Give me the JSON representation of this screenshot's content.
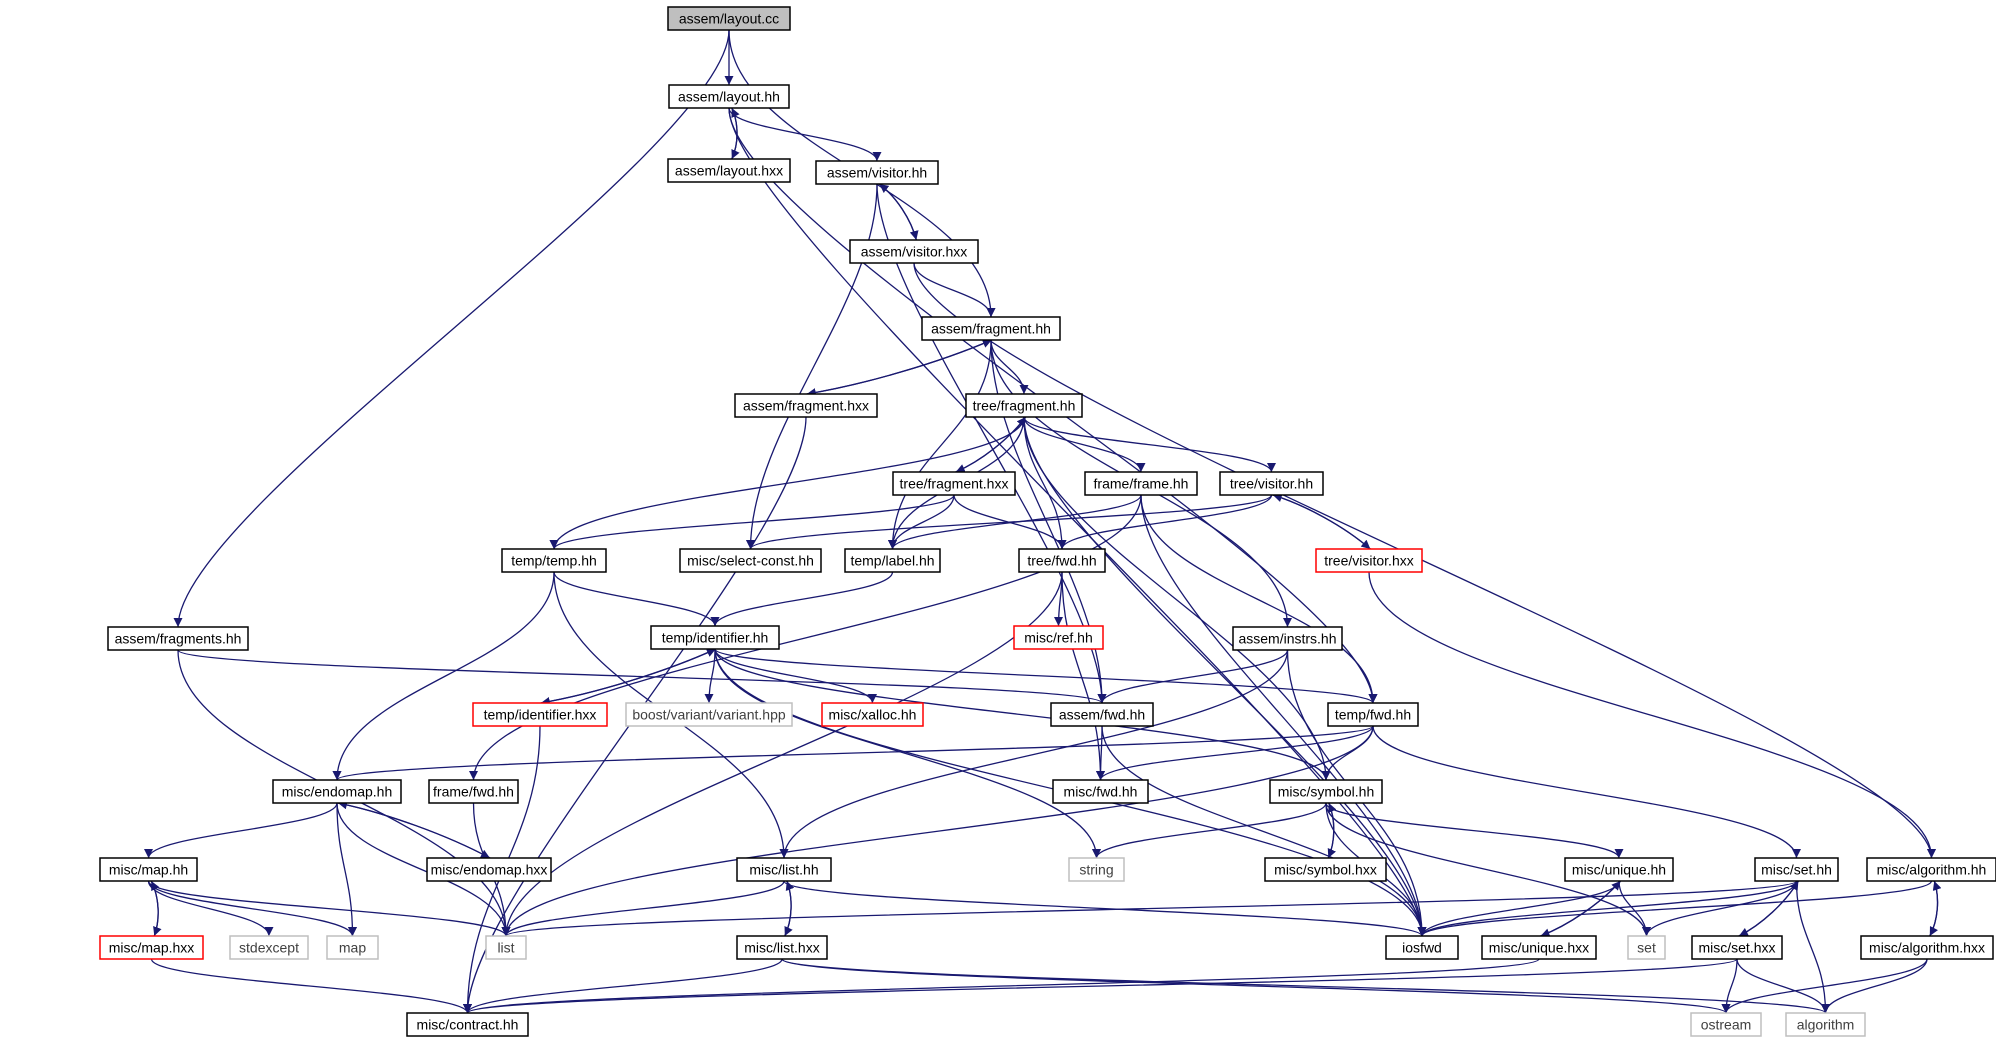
{
  "colors": {
    "edge": "#191970",
    "node_border": "#000000",
    "root_fill": "#bfbfbf",
    "truncated_border": "#ff0000",
    "external_border": "#bfbfbf",
    "external_text": "#404040"
  },
  "nodes": [
    {
      "id": "layout_cc",
      "label": "assem/layout.cc",
      "kind": "root"
    },
    {
      "id": "layout_hh",
      "label": "assem/layout.hh",
      "kind": "normal"
    },
    {
      "id": "layout_hxx",
      "label": "assem/layout.hxx",
      "kind": "normal"
    },
    {
      "id": "visitor_hh",
      "label": "assem/visitor.hh",
      "kind": "normal"
    },
    {
      "id": "visitor_hxx",
      "label": "assem/visitor.hxx",
      "kind": "normal"
    },
    {
      "id": "fragment_hh",
      "label": "assem/fragment.hh",
      "kind": "normal"
    },
    {
      "id": "fragment_hxx",
      "label": "assem/fragment.hxx",
      "kind": "normal"
    },
    {
      "id": "tree_fragment_hh",
      "label": "tree/fragment.hh",
      "kind": "normal"
    },
    {
      "id": "tree_fragment_hxx",
      "label": "tree/fragment.hxx",
      "kind": "normal"
    },
    {
      "id": "frame_hh",
      "label": "frame/frame.hh",
      "kind": "normal"
    },
    {
      "id": "tree_visitor_hh",
      "label": "tree/visitor.hh",
      "kind": "normal"
    },
    {
      "id": "tree_visitor_hxx",
      "label": "tree/visitor.hxx",
      "kind": "truncated"
    },
    {
      "id": "temp_hh",
      "label": "temp/temp.hh",
      "kind": "normal"
    },
    {
      "id": "select_const",
      "label": "misc/select-const.hh",
      "kind": "normal"
    },
    {
      "id": "label_hh",
      "label": "temp/label.hh",
      "kind": "normal"
    },
    {
      "id": "tree_fwd",
      "label": "tree/fwd.hh",
      "kind": "normal"
    },
    {
      "id": "ref_hh",
      "label": "misc/ref.hh",
      "kind": "truncated"
    },
    {
      "id": "fragments_hh",
      "label": "assem/fragments.hh",
      "kind": "normal"
    },
    {
      "id": "identifier_hh",
      "label": "temp/identifier.hh",
      "kind": "normal"
    },
    {
      "id": "identifier_hxx",
      "label": "temp/identifier.hxx",
      "kind": "truncated"
    },
    {
      "id": "variant",
      "label": "boost/variant/variant.hpp",
      "kind": "external"
    },
    {
      "id": "xalloc",
      "label": "misc/xalloc.hh",
      "kind": "truncated"
    },
    {
      "id": "instrs_hh",
      "label": "assem/instrs.hh",
      "kind": "normal"
    },
    {
      "id": "assem_fwd",
      "label": "assem/fwd.hh",
      "kind": "normal"
    },
    {
      "id": "temp_fwd",
      "label": "temp/fwd.hh",
      "kind": "normal"
    },
    {
      "id": "endomap_hh",
      "label": "misc/endomap.hh",
      "kind": "normal"
    },
    {
      "id": "frame_fwd",
      "label": "frame/fwd.hh",
      "kind": "normal"
    },
    {
      "id": "misc_fwd",
      "label": "misc/fwd.hh",
      "kind": "normal"
    },
    {
      "id": "symbol_hh",
      "label": "misc/symbol.hh",
      "kind": "normal"
    },
    {
      "id": "endomap_hxx",
      "label": "misc/endomap.hxx",
      "kind": "normal"
    },
    {
      "id": "string",
      "label": "string",
      "kind": "external"
    },
    {
      "id": "symbol_hxx",
      "label": "misc/symbol.hxx",
      "kind": "normal"
    },
    {
      "id": "map_hh",
      "label": "misc/map.hh",
      "kind": "normal"
    },
    {
      "id": "list_hh",
      "label": "misc/list.hh",
      "kind": "normal"
    },
    {
      "id": "unique_hh",
      "label": "misc/unique.hh",
      "kind": "normal"
    },
    {
      "id": "set_hh",
      "label": "misc/set.hh",
      "kind": "normal"
    },
    {
      "id": "algorithm_hh",
      "label": "misc/algorithm.hh",
      "kind": "normal"
    },
    {
      "id": "map_hxx",
      "label": "misc/map.hxx",
      "kind": "truncated"
    },
    {
      "id": "stdexcept",
      "label": "stdexcept",
      "kind": "external"
    },
    {
      "id": "map",
      "label": "map",
      "kind": "external"
    },
    {
      "id": "list",
      "label": "list",
      "kind": "external"
    },
    {
      "id": "list_hxx",
      "label": "misc/list.hxx",
      "kind": "normal"
    },
    {
      "id": "iosfwd",
      "label": "iosfwd",
      "kind": "normal"
    },
    {
      "id": "unique_hxx",
      "label": "misc/unique.hxx",
      "kind": "normal"
    },
    {
      "id": "set",
      "label": "set",
      "kind": "external"
    },
    {
      "id": "set_hxx",
      "label": "misc/set.hxx",
      "kind": "normal"
    },
    {
      "id": "algorithm_hxx",
      "label": "misc/algorithm.hxx",
      "kind": "normal"
    },
    {
      "id": "contract_hh",
      "label": "misc/contract.hh",
      "kind": "normal"
    },
    {
      "id": "ostream",
      "label": "ostream",
      "kind": "external"
    },
    {
      "id": "algorithm",
      "label": "algorithm",
      "kind": "external"
    }
  ],
  "edges": [
    {
      "from": "layout_cc",
      "to": "layout_hh"
    },
    {
      "from": "layout_cc",
      "to": "fragment_hh"
    },
    {
      "from": "layout_cc",
      "to": "fragments_hh"
    },
    {
      "from": "layout_hh",
      "to": "layout_hxx"
    },
    {
      "from": "layout_hxx",
      "to": "layout_hh"
    },
    {
      "from": "layout_hh",
      "to": "visitor_hh"
    },
    {
      "from": "layout_hh",
      "to": "temp_fwd"
    },
    {
      "from": "layout_hh",
      "to": "iosfwd"
    },
    {
      "from": "visitor_hh",
      "to": "visitor_hxx"
    },
    {
      "from": "visitor_hxx",
      "to": "visitor_hh"
    },
    {
      "from": "visitor_hh",
      "to": "assem_fwd"
    },
    {
      "from": "visitor_hh",
      "to": "select_const"
    },
    {
      "from": "visitor_hxx",
      "to": "fragment_hh"
    },
    {
      "from": "visitor_hxx",
      "to": "algorithm_hh"
    },
    {
      "from": "fragment_hh",
      "to": "fragment_hxx"
    },
    {
      "from": "fragment_hxx",
      "to": "fragment_hh"
    },
    {
      "from": "fragment_hh",
      "to": "tree_fragment_hh"
    },
    {
      "from": "fragment_hh",
      "to": "label_hh"
    },
    {
      "from": "fragment_hh",
      "to": "instrs_hh"
    },
    {
      "from": "fragment_hh",
      "to": "assem_fwd"
    },
    {
      "from": "fragment_hxx",
      "to": "contract_hh"
    },
    {
      "from": "tree_fragment_hh",
      "to": "tree_fragment_hxx"
    },
    {
      "from": "tree_fragment_hxx",
      "to": "tree_fragment_hh"
    },
    {
      "from": "tree_fragment_hh",
      "to": "frame_hh"
    },
    {
      "from": "tree_fragment_hh",
      "to": "tree_visitor_hh"
    },
    {
      "from": "tree_fragment_hh",
      "to": "temp_hh"
    },
    {
      "from": "tree_fragment_hh",
      "to": "label_hh"
    },
    {
      "from": "tree_fragment_hh",
      "to": "tree_fwd"
    },
    {
      "from": "tree_fragment_hh",
      "to": "symbol_hh"
    },
    {
      "from": "tree_fragment_hh",
      "to": "iosfwd"
    },
    {
      "from": "tree_fragment_hxx",
      "to": "temp_hh"
    },
    {
      "from": "tree_fragment_hxx",
      "to": "label_hh"
    },
    {
      "from": "tree_fragment_hxx",
      "to": "tree_fwd"
    },
    {
      "from": "frame_hh",
      "to": "label_hh"
    },
    {
      "from": "frame_hh",
      "to": "frame_fwd"
    },
    {
      "from": "frame_hh",
      "to": "temp_fwd"
    },
    {
      "from": "frame_hh",
      "to": "iosfwd"
    },
    {
      "from": "tree_visitor_hh",
      "to": "tree_visitor_hxx"
    },
    {
      "from": "tree_visitor_hxx",
      "to": "tree_visitor_hh"
    },
    {
      "from": "tree_visitor_hh",
      "to": "select_const"
    },
    {
      "from": "tree_visitor_hh",
      "to": "tree_fwd"
    },
    {
      "from": "tree_visitor_hxx",
      "to": "algorithm_hh"
    },
    {
      "from": "temp_hh",
      "to": "identifier_hh"
    },
    {
      "from": "temp_hh",
      "to": "endomap_hh"
    },
    {
      "from": "temp_hh",
      "to": "list_hh"
    },
    {
      "from": "label_hh",
      "to": "identifier_hh"
    },
    {
      "from": "tree_fwd",
      "to": "ref_hh"
    },
    {
      "from": "tree_fwd",
      "to": "misc_fwd"
    },
    {
      "from": "tree_fwd",
      "to": "list"
    },
    {
      "from": "fragments_hh",
      "to": "assem_fwd"
    },
    {
      "from": "fragments_hh",
      "to": "list"
    },
    {
      "from": "identifier_hh",
      "to": "identifier_hxx"
    },
    {
      "from": "identifier_hxx",
      "to": "identifier_hh"
    },
    {
      "from": "identifier_hh",
      "to": "variant"
    },
    {
      "from": "identifier_hh",
      "to": "xalloc"
    },
    {
      "from": "identifier_hh",
      "to": "temp_fwd"
    },
    {
      "from": "identifier_hh",
      "to": "symbol_hh"
    },
    {
      "from": "identifier_hh",
      "to": "string"
    },
    {
      "from": "identifier_hh",
      "to": "iosfwd"
    },
    {
      "from": "identifier_hxx",
      "to": "contract_hh"
    },
    {
      "from": "instrs_hh",
      "to": "assem_fwd"
    },
    {
      "from": "instrs_hh",
      "to": "list_hh"
    },
    {
      "from": "instrs_hh",
      "to": "iosfwd"
    },
    {
      "from": "assem_fwd",
      "to": "misc_fwd"
    },
    {
      "from": "assem_fwd",
      "to": "iosfwd"
    },
    {
      "from": "temp_fwd",
      "to": "endomap_hh"
    },
    {
      "from": "temp_fwd",
      "to": "misc_fwd"
    },
    {
      "from": "temp_fwd",
      "to": "symbol_hh"
    },
    {
      "from": "temp_fwd",
      "to": "set_hh"
    },
    {
      "from": "temp_fwd",
      "to": "list"
    },
    {
      "from": "endomap_hh",
      "to": "endomap_hxx"
    },
    {
      "from": "endomap_hxx",
      "to": "endomap_hh"
    },
    {
      "from": "endomap_hh",
      "to": "map_hh"
    },
    {
      "from": "endomap_hh",
      "to": "map"
    },
    {
      "from": "endomap_hh",
      "to": "list"
    },
    {
      "from": "frame_fwd",
      "to": "list"
    },
    {
      "from": "symbol_hh",
      "to": "symbol_hxx"
    },
    {
      "from": "symbol_hxx",
      "to": "symbol_hh"
    },
    {
      "from": "symbol_hh",
      "to": "string"
    },
    {
      "from": "symbol_hh",
      "to": "unique_hh"
    },
    {
      "from": "symbol_hh",
      "to": "set"
    },
    {
      "from": "symbol_hh",
      "to": "iosfwd"
    },
    {
      "from": "map_hh",
      "to": "map_hxx"
    },
    {
      "from": "map_hxx",
      "to": "map_hh"
    },
    {
      "from": "map_hh",
      "to": "stdexcept"
    },
    {
      "from": "map_hh",
      "to": "map"
    },
    {
      "from": "map_hh",
      "to": "list"
    },
    {
      "from": "map_hxx",
      "to": "contract_hh"
    },
    {
      "from": "list_hh",
      "to": "list_hxx"
    },
    {
      "from": "list_hxx",
      "to": "list_hh"
    },
    {
      "from": "list_hh",
      "to": "list"
    },
    {
      "from": "list_hh",
      "to": "iosfwd"
    },
    {
      "from": "list_hxx",
      "to": "contract_hh"
    },
    {
      "from": "list_hxx",
      "to": "ostream"
    },
    {
      "from": "list_hxx",
      "to": "algorithm"
    },
    {
      "from": "unique_hh",
      "to": "unique_hxx"
    },
    {
      "from": "unique_hxx",
      "to": "unique_hh"
    },
    {
      "from": "unique_hh",
      "to": "set"
    },
    {
      "from": "unique_hh",
      "to": "iosfwd"
    },
    {
      "from": "unique_hxx",
      "to": "contract_hh"
    },
    {
      "from": "set_hh",
      "to": "set_hxx"
    },
    {
      "from": "set_hxx",
      "to": "set_hh"
    },
    {
      "from": "set_hh",
      "to": "set"
    },
    {
      "from": "set_hh",
      "to": "algorithm"
    },
    {
      "from": "set_hh",
      "to": "iosfwd"
    },
    {
      "from": "set_hh",
      "to": "list"
    },
    {
      "from": "set_hxx",
      "to": "ostream"
    },
    {
      "from": "set_hxx",
      "to": "algorithm"
    },
    {
      "from": "set_hxx",
      "to": "contract_hh"
    },
    {
      "from": "algorithm_hh",
      "to": "algorithm_hxx"
    },
    {
      "from": "algorithm_hxx",
      "to": "algorithm_hh"
    },
    {
      "from": "algorithm_hh",
      "to": "iosfwd"
    },
    {
      "from": "algorithm_hxx",
      "to": "algorithm"
    },
    {
      "from": "algorithm_hxx",
      "to": "ostream"
    }
  ]
}
